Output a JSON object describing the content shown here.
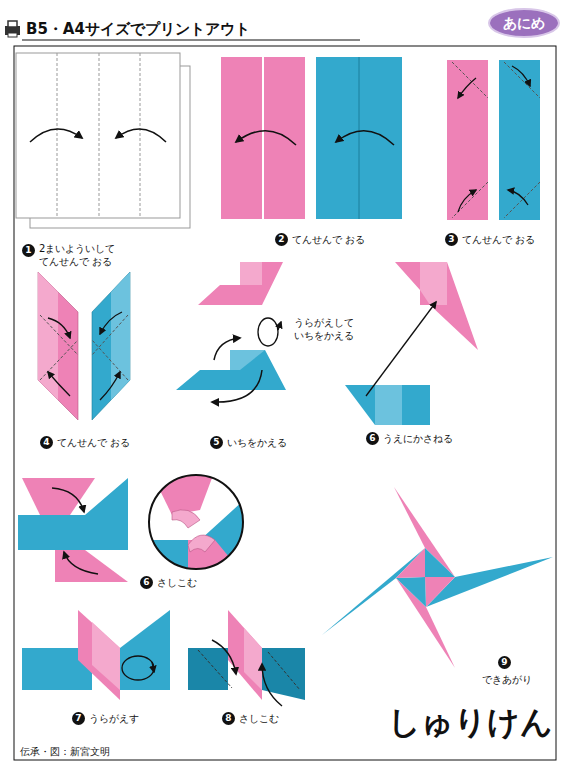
{
  "diagram": {
    "title": "しゅりけん",
    "nodes": [
      {
        "text": [
          "あにめ"
        ]
      }
    ],
    "labels": [
      "B5・A4サイズでプリントアウト",
      "1",
      "2まいよういして てんせんで おる",
      "2",
      "てんせんで おる",
      "3",
      "てんせんで おる",
      "4",
      "てんせんで おる",
      "うらがえして いちをかえる",
      "5",
      "いちをかえる",
      "6",
      "うえにかさねる",
      "6",
      "さしこむ",
      "7",
      "うらがえす",
      "8",
      "さしこむ",
      "9",
      "できあがり",
      "伝承・図：新宮文明"
    ]
  }
}
